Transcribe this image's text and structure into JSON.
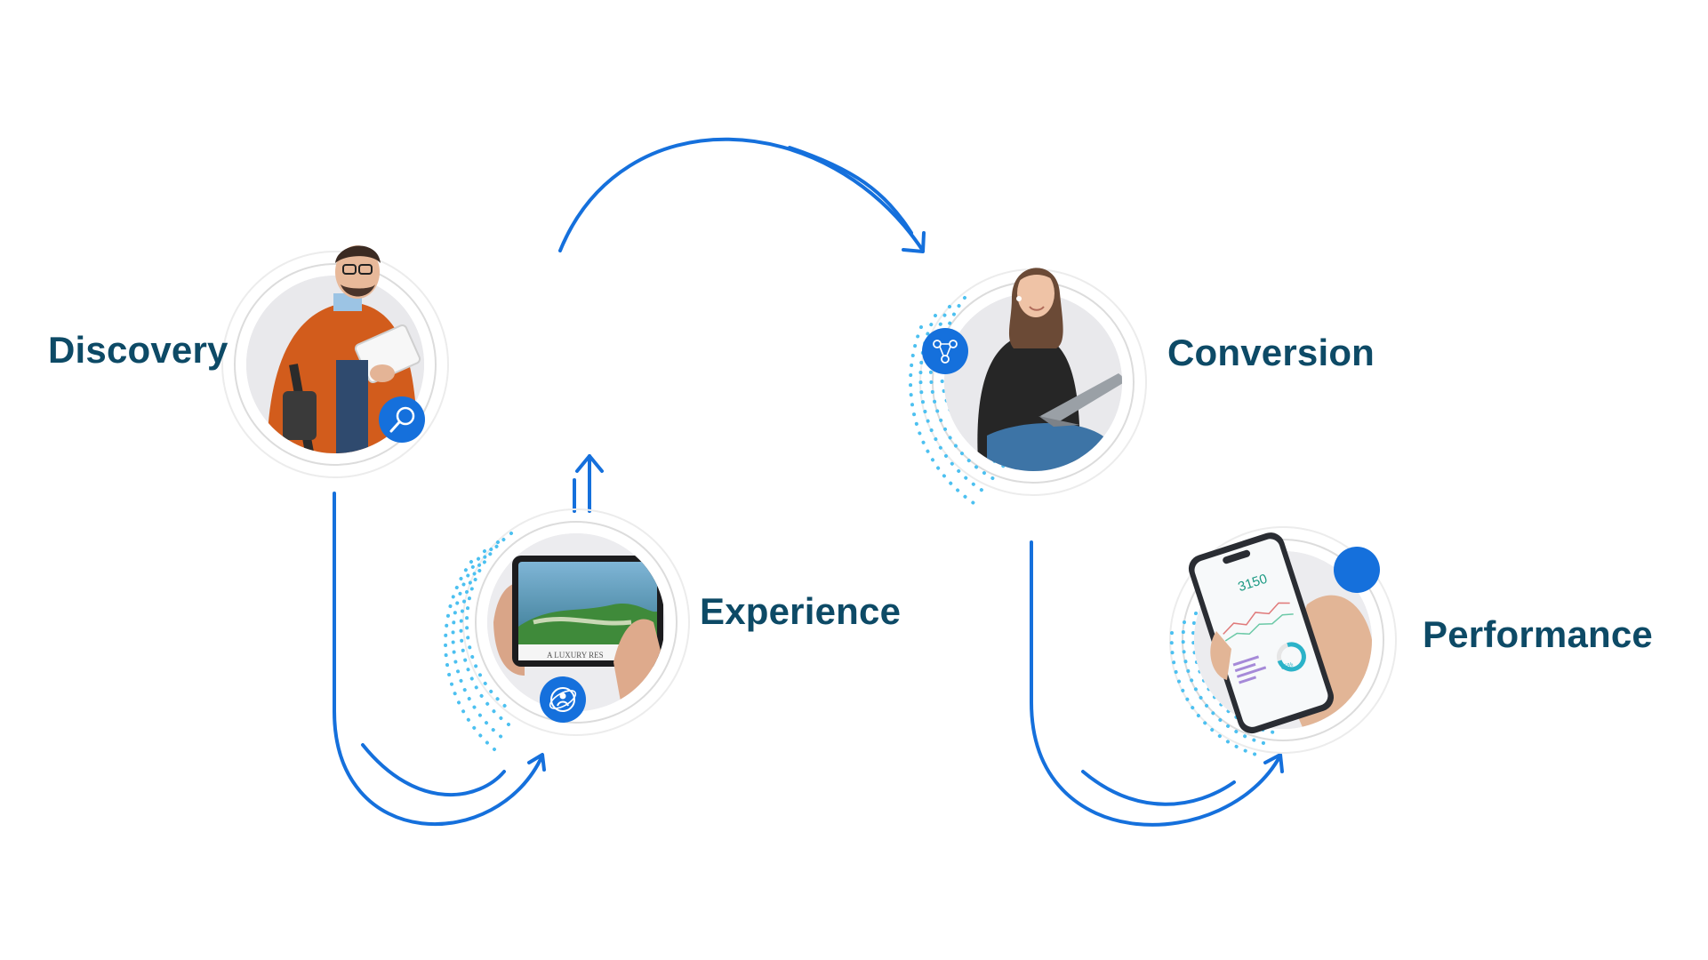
{
  "stages": [
    {
      "id": "discovery",
      "label": "Discovery",
      "icon": "magnifier-icon"
    },
    {
      "id": "experience",
      "label": "Experience",
      "icon": "globe-person-icon"
    },
    {
      "id": "conversion",
      "label": "Conversion",
      "icon": "network-nodes-icon"
    },
    {
      "id": "performance",
      "label": "Performance",
      "icon": "status-dot-icon"
    }
  ],
  "device_text": {
    "tablet_caption": "A LUXURY RES",
    "phone_metric": "3150",
    "phone_ring_value": "65%"
  },
  "colors": {
    "arrow": "#1570dc",
    "badge": "#1570dc",
    "label": "#0d4a66",
    "ring": "#dcdcdc",
    "dots": "#4cc0f0",
    "photo_bg": "#e9e9ec"
  }
}
